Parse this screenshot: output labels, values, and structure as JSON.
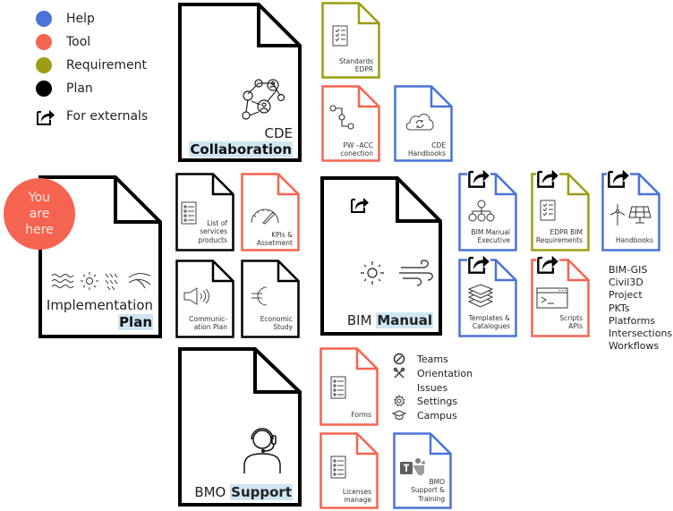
{
  "colors": {
    "help": "#4a72d8",
    "tool": "#f56451",
    "requirement": "#9b9e12",
    "plan": "#000000",
    "highlight": "#cfe6f2"
  },
  "legend": {
    "items": [
      {
        "label": "Help",
        "color": "#4a72d8"
      },
      {
        "label": "Tool",
        "color": "#f56451"
      },
      {
        "label": "Requirement",
        "color": "#9b9e12"
      },
      {
        "label": "Plan",
        "color": "#000000"
      }
    ],
    "externals_label": "For externals"
  },
  "you_are_here": [
    "You",
    "are",
    "here"
  ],
  "main_docs": {
    "cde": {
      "line1": "CDE",
      "line2": "Collaboration"
    },
    "implementation": {
      "line1": "Implementation",
      "line2": "Plan"
    },
    "bim_manual": {
      "line1": "BIM",
      "line2": "Manual"
    },
    "bmo_support": {
      "line1": "BMO",
      "line2": "Support"
    }
  },
  "cde_docs": {
    "standards": {
      "line1": "Standards",
      "line2": "EDPR"
    },
    "pw_acc": {
      "line1": "PW –ACC",
      "line2": "conection"
    },
    "cde_handbooks": {
      "line1": "CDE",
      "line2": "Handbooks"
    }
  },
  "plan_docs": {
    "services": {
      "line1": "List of",
      "line2": "services",
      "line3": "products"
    },
    "kpis": {
      "line1": "KPIs &",
      "line2": "Assetment"
    },
    "communication": {
      "line1": "Communic-",
      "line2": "ation Plan"
    },
    "economic": {
      "line1": "Economic",
      "line2": "Study"
    }
  },
  "bim_docs": {
    "executive": {
      "line1": "BIM Manual",
      "line2": "Executive"
    },
    "edpr_req": {
      "line1": "EDPR BIM",
      "line2": "Requirements"
    },
    "handbooks": {
      "line1": "Handbooks"
    },
    "templates": {
      "line1": "Templates &",
      "line2": "Catalogues"
    },
    "scripts": {
      "line1": "Scripts",
      "line2": "APIs"
    }
  },
  "handbooks_list": [
    "BIM-GIS",
    "Civil3D Project",
    "PKTs",
    "Platforms",
    "Intersections",
    "Workflows"
  ],
  "support_docs": {
    "forms": {
      "line1": "Forms"
    },
    "licenses": {
      "line1": "Licenses",
      "line2": "manage"
    },
    "bmo_training": {
      "line1": "BMO",
      "line2": "Support &",
      "line3": "Training"
    }
  },
  "support_list": [
    {
      "label": "Teams",
      "icon": "teams-icon"
    },
    {
      "label": "Orientation",
      "icon": "tools-icon"
    },
    {
      "label": "Issues",
      "icon": ""
    },
    {
      "label": "Settings",
      "icon": "gear-icon"
    },
    {
      "label": "Campus",
      "icon": "graduation-cap-icon"
    }
  ]
}
